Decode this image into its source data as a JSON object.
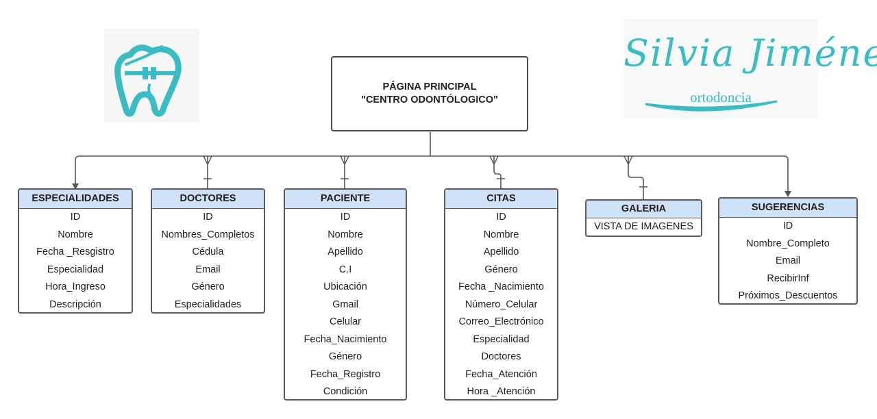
{
  "main": {
    "title_line1": "PÁGINA PRINCIPAL",
    "title_line2": "\"CENTRO ODONTÓLOGICO\""
  },
  "brand": {
    "name": "Silvia Jiménez",
    "subtitle": "ortodoncia",
    "color": "#3bbcc4"
  },
  "colors": {
    "header_fill": "#cfe2f8",
    "border": "#5a5a5a",
    "line": "#555555"
  },
  "entities": {
    "especialidades": {
      "title": "ESPECIALIDADES",
      "fields": [
        "ID",
        "Nombre",
        "Fecha _Resgistro",
        "Especialidad",
        "Hora_Ingreso",
        "Descripción"
      ]
    },
    "doctores": {
      "title": "DOCTORES",
      "fields": [
        "ID",
        "Nombres_Completos",
        "Cédula",
        "Email",
        "Género",
        "Especialidades"
      ]
    },
    "paciente": {
      "title": "PACIENTE",
      "fields": [
        "ID",
        "Nombre",
        "Apellido",
        "C.I",
        "Ubicación",
        "Gmail",
        "Celular",
        "Fecha_Nacimiento",
        "Género",
        "Fecha_Registro",
        "Condición"
      ]
    },
    "citas": {
      "title": "CITAS",
      "fields": [
        "ID",
        "Nombre",
        "Apellido",
        "Género",
        "Fecha _Nacimiento",
        "Número_Celular",
        "Correo_Electrónico",
        "Especialidad",
        "Doctores",
        "Fecha_Atención",
        "Hora _Atención"
      ]
    },
    "galeria": {
      "title": "GALERIA",
      "fields": [
        "VISTA DE IMAGENES"
      ]
    },
    "sugerencias": {
      "title": "SUGERENCIAS",
      "fields": [
        "ID",
        "Nombre_Completo",
        "Email",
        "RecibirInf",
        "Próximos_Descuentos"
      ]
    }
  }
}
